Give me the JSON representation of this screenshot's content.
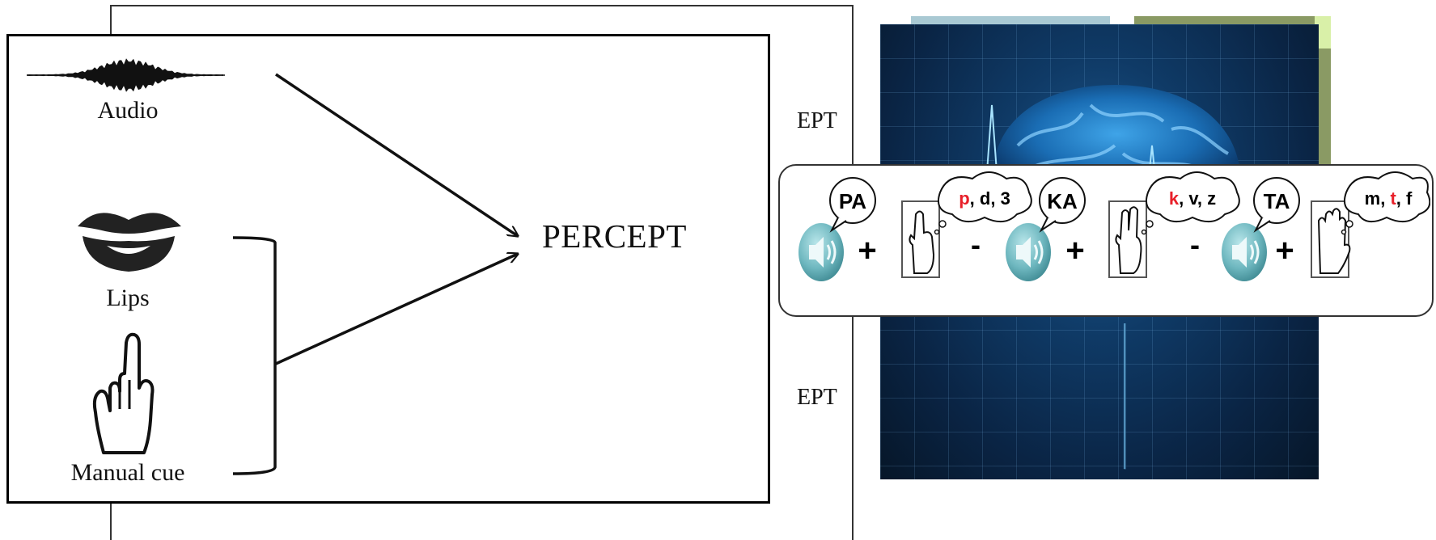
{
  "diagram": {
    "inputs": {
      "audio": "Audio",
      "lips": "Lips",
      "manual_cue": "Manual cue"
    },
    "output": "PERCEPT",
    "background_fragments": [
      "EPT",
      "EPT"
    ],
    "cue_sequence": {
      "syllables": [
        {
          "speech": "PA",
          "consonants": [
            "p",
            "d",
            "3"
          ],
          "highlight_index": 0,
          "handshape": "index-finger-hand-icon"
        },
        {
          "speech": "KA",
          "consonants": [
            "k",
            "v",
            "z"
          ],
          "highlight_index": 0,
          "handshape": "two-finger-hand-icon"
        },
        {
          "speech": "TA",
          "consonants": [
            "m",
            "t",
            "f"
          ],
          "highlight_index": 1,
          "handshape": "open-hand-icon"
        }
      ],
      "plus": "+",
      "minus": "-",
      "consonant_separator": ", ",
      "highlight_color": "#e8202a"
    }
  }
}
